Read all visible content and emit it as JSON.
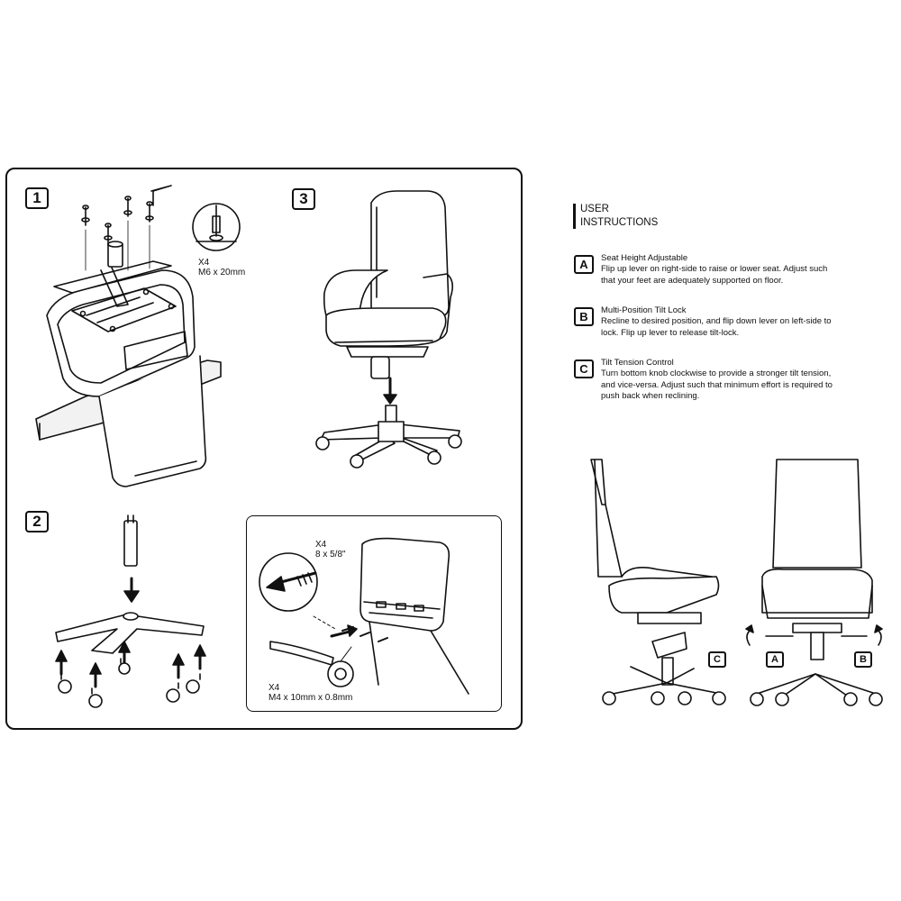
{
  "steps": {
    "step1": {
      "number": "1",
      "qty": "X4",
      "spec": "M6 x 20mm"
    },
    "step2": {
      "number": "2"
    },
    "step3": {
      "number": "3"
    },
    "backrest": {
      "screw_qty": "X4",
      "screw_spec": "8 x 5/8\"",
      "washer_qty": "X4",
      "washer_spec": "M4 x 10mm x 0.8mm"
    }
  },
  "instructions": {
    "heading_line1": "USER",
    "heading_line2": "INSTRUCTIONS",
    "items": [
      {
        "letter": "A",
        "title": "Seat Height Adjustable",
        "description": "Flip up lever on right-side to raise or lower seat. Adjust such that your feet are adequately supported on floor."
      },
      {
        "letter": "B",
        "title": "Multi-Position Tilt Lock",
        "description": "Recline to desired position, and flip down lever on left-side to lock. Flip up lever to release tilt-lock."
      },
      {
        "letter": "C",
        "title": "Tilt Tension Control",
        "description": "Turn bottom knob clockwise to provide a stronger tilt tension, and vice-versa. Adjust such that minimum effort is required to push back when reclining."
      }
    ]
  },
  "side_badges": {
    "c": "C",
    "a": "A",
    "b": "B"
  }
}
